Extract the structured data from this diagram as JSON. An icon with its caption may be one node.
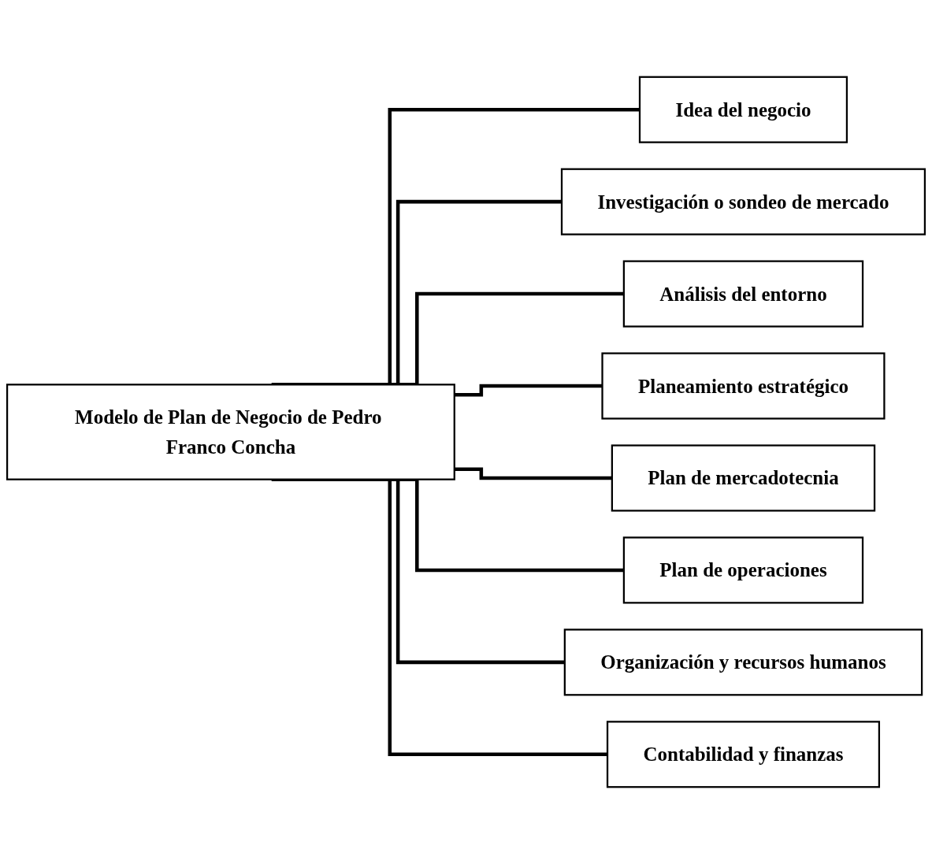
{
  "diagram": {
    "nodes": [
      {
        "text": [
          "Modelo de Plan de Negocio de Pedro Franco Concha"
        ]
      },
      {
        "text": [
          "Idea del negocio"
        ]
      },
      {
        "text": [
          "Investigación o sondeo de mercado"
        ]
      },
      {
        "text": [
          "Análisis del entorno"
        ]
      },
      {
        "text": [
          "Planeamiento estratégico"
        ]
      },
      {
        "text": [
          "Plan de mercadotecnia"
        ]
      },
      {
        "text": [
          "Plan de operaciones"
        ]
      },
      {
        "text": [
          "Organización y recursos humanos"
        ]
      },
      {
        "text": [
          "Contabilidad y finanzas"
        ]
      }
    ],
    "edges": [
      {
        "from": 0,
        "to": 1,
        "arrow": "none"
      },
      {
        "from": 0,
        "to": 2,
        "arrow": "none"
      },
      {
        "from": 0,
        "to": 3,
        "arrow": "none"
      },
      {
        "from": 0,
        "to": 4,
        "arrow": "none"
      },
      {
        "from": 0,
        "to": 5,
        "arrow": "none"
      },
      {
        "from": 0,
        "to": 6,
        "arrow": "none"
      },
      {
        "from": 0,
        "to": 7,
        "arrow": "none"
      },
      {
        "from": 0,
        "to": 8,
        "arrow": "none"
      }
    ]
  }
}
